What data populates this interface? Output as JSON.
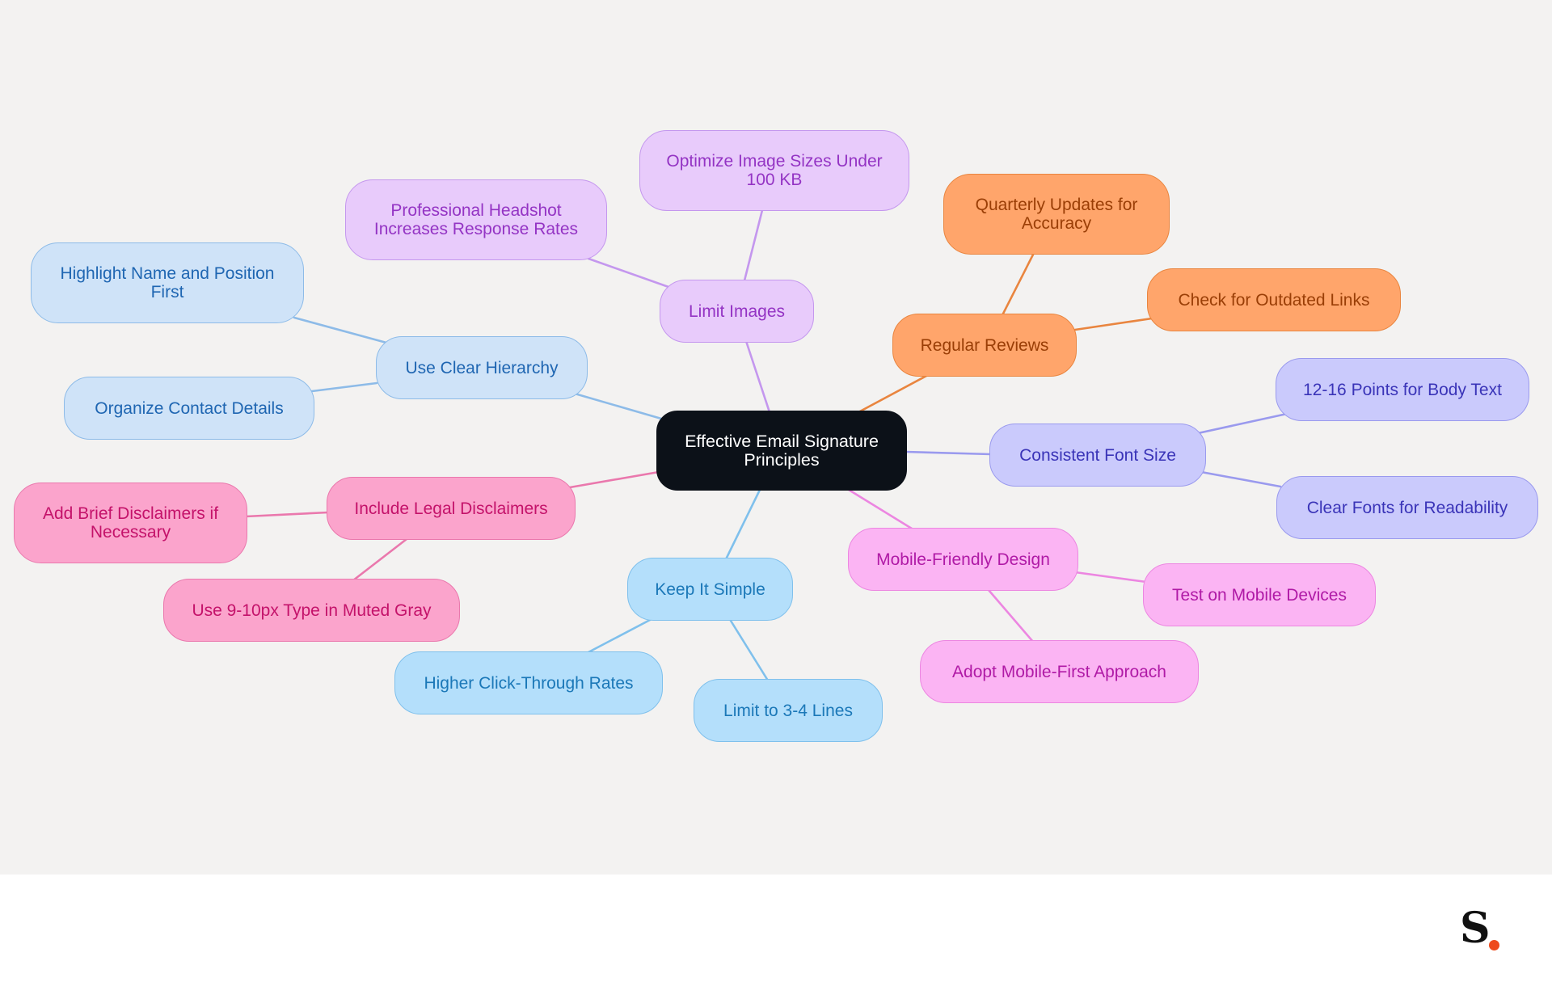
{
  "diagram": {
    "root": {
      "label_line1": "Effective Email Signature",
      "label_line2": "Principles"
    },
    "branches": [
      {
        "label": "Use Clear Hierarchy",
        "color": "#8dbbe8",
        "children": [
          {
            "line1": "Highlight Name and Position",
            "line2": "First"
          },
          {
            "line1": "Organize Contact Details",
            "line2": ""
          }
        ]
      },
      {
        "label": "Limit Images",
        "color": "#c497ee",
        "children": [
          {
            "line1": "Professional Headshot",
            "line2": "Increases Response Rates"
          },
          {
            "line1": "Optimize Image Sizes Under",
            "line2": "100 KB"
          }
        ]
      },
      {
        "label": "Regular Reviews",
        "color": "#e9853f",
        "children": [
          {
            "line1": "Quarterly Updates for",
            "line2": "Accuracy"
          },
          {
            "line1": "Check for Outdated Links",
            "line2": ""
          }
        ]
      },
      {
        "label": "Consistent Font Size",
        "color": "#9a9aee",
        "children": [
          {
            "line1": "12-16 Points for Body Text",
            "line2": ""
          },
          {
            "line1": "Clear Fonts for Readability",
            "line2": ""
          }
        ]
      },
      {
        "label": "Mobile-Friendly Design",
        "color": "#ec86e1",
        "children": [
          {
            "line1": "Test on Mobile Devices",
            "line2": ""
          },
          {
            "line1": "Adopt Mobile-First Approach",
            "line2": ""
          }
        ]
      },
      {
        "label": "Keep It Simple",
        "color": "#7fc0ec",
        "children": [
          {
            "line1": "Higher Click-Through Rates",
            "line2": ""
          },
          {
            "line1": "Limit to 3-4 Lines",
            "line2": ""
          }
        ]
      },
      {
        "label": "Include Legal Disclaimers",
        "color": "#ea78ad",
        "children": [
          {
            "line1": "Add Brief Disclaimers if",
            "line2": "Necessary"
          },
          {
            "line1": "Use 9-10px Type in Muted Gray",
            "line2": ""
          }
        ]
      }
    ]
  },
  "brand": {
    "letter": "S",
    "accent_color": "#ee4a1c"
  }
}
